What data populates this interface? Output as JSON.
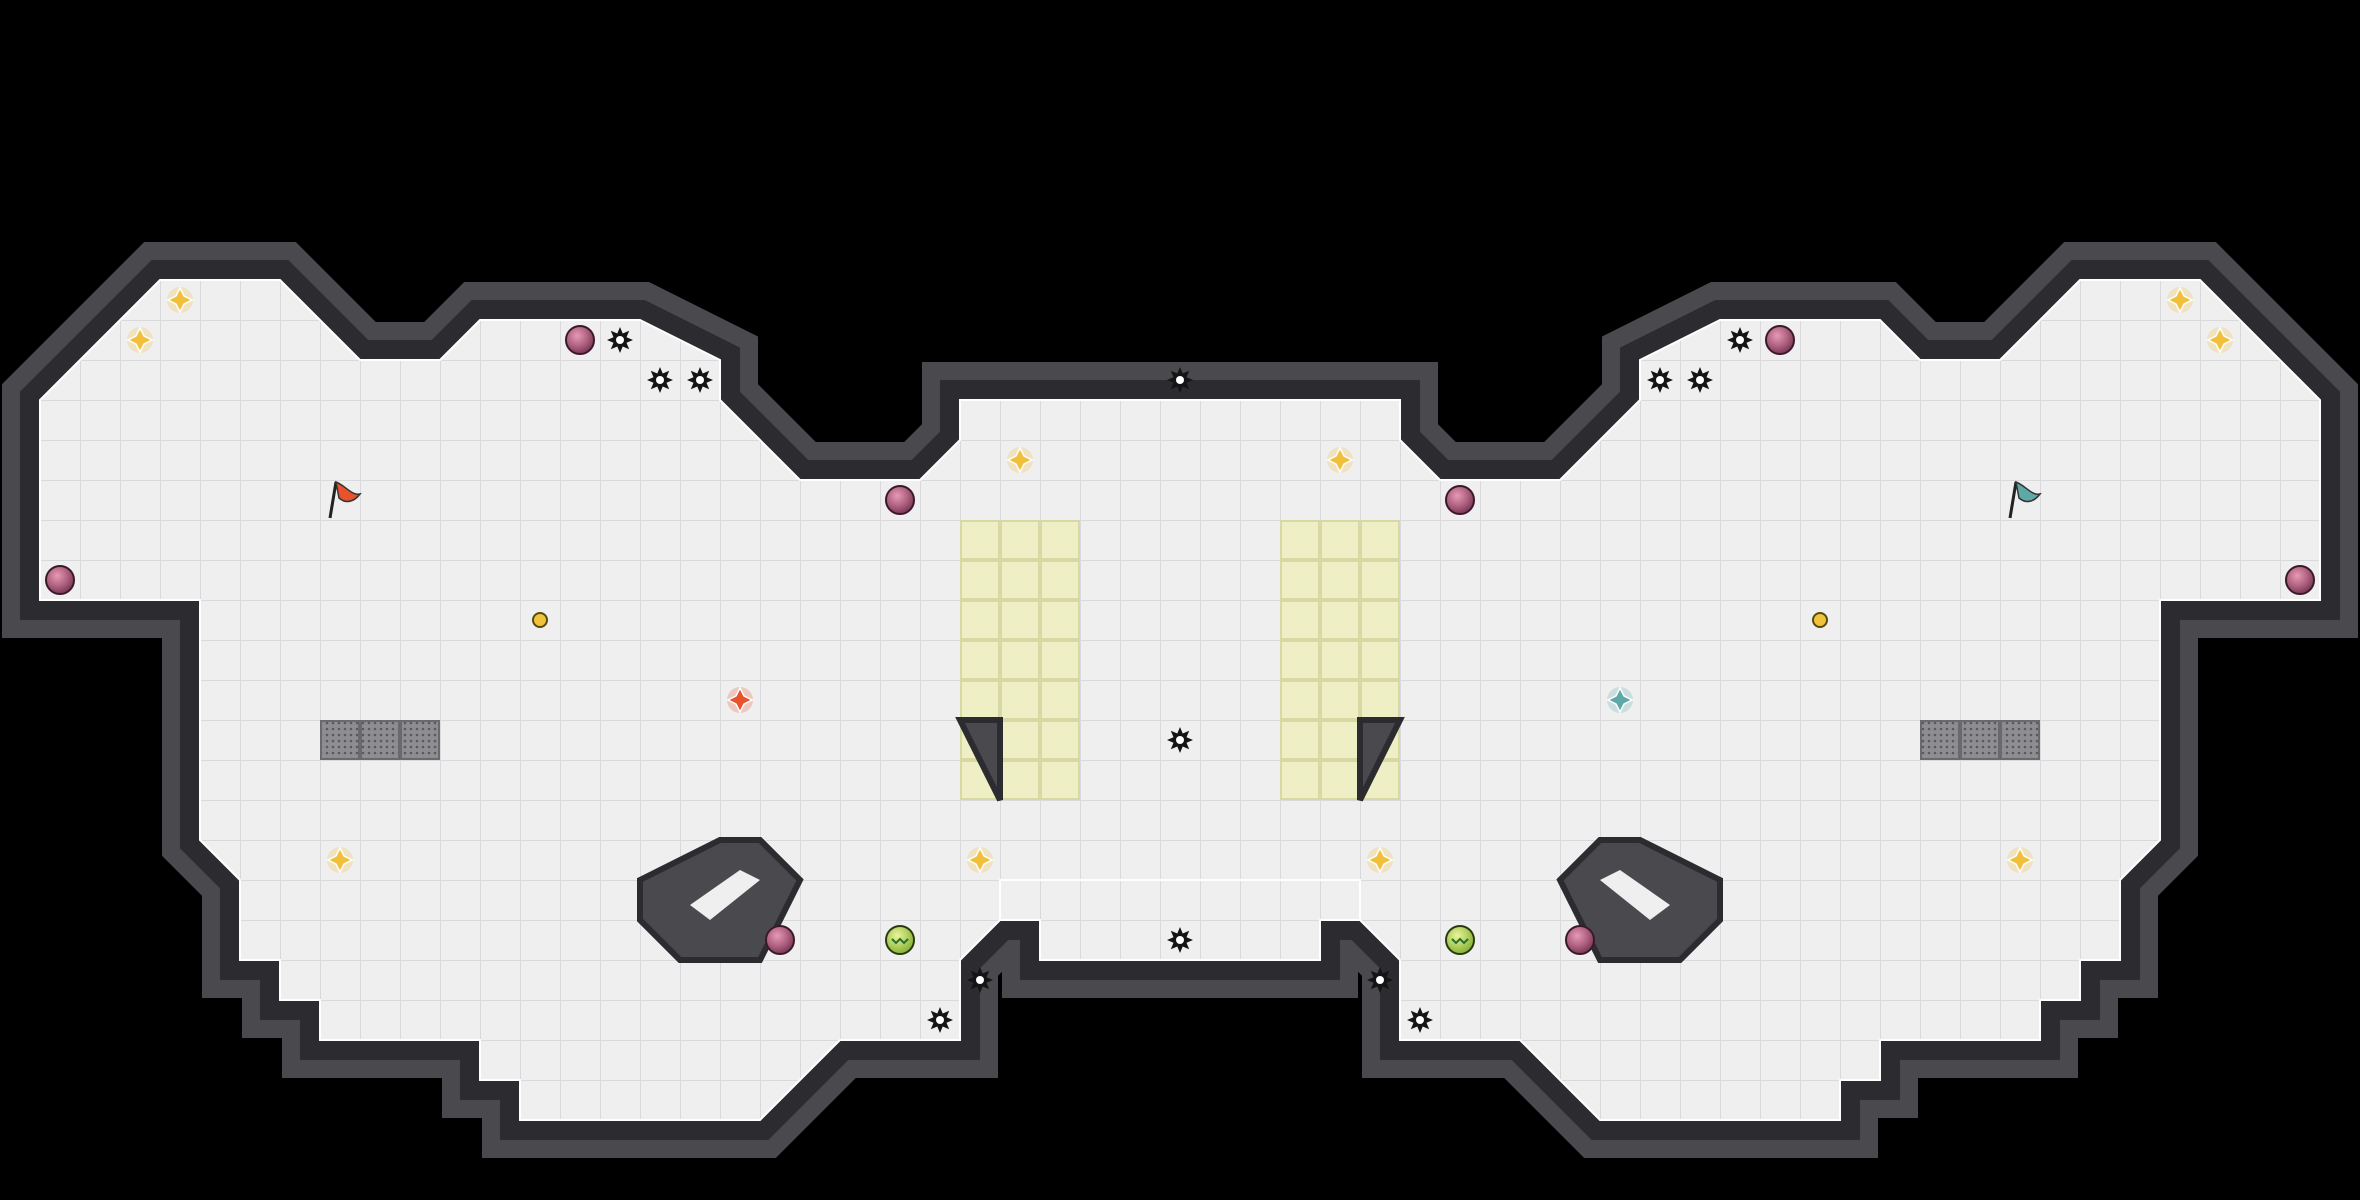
{
  "palette": {
    "background": "#000000",
    "floor": "#efefef",
    "grid_line": "#d9d9db",
    "wall": "#4a4a4e",
    "wall_edge": "#2c2c30",
    "wall_bevel": "#ffffff",
    "team_red": "#e8522c",
    "team_blue": "#5fa8a8",
    "boost": "#f3bf3a",
    "gate": "#efefc6",
    "gate_edge": "#d8d8a4",
    "spike": "#141416",
    "bomb": "#a85a7a",
    "powerup": "#b8d24a",
    "portal": "#f0c43a",
    "grate": "#9a9a9e"
  },
  "map": {
    "tile_unit": "40px tiles",
    "red_flag_icon": "red-flag-icon",
    "blue_flag_icon": "blue-flag-icon",
    "red_boost_icon": "red-team-boost-icon",
    "blue_boost_icon": "blue-team-boost-icon",
    "neutral_boost_icon": "yellow-boost-icon",
    "spike_icon": "spike-icon",
    "bomb_icon": "bomb-icon",
    "powerup_icon": "powerup-icon",
    "portal_icon": "portal-icon",
    "gate_icon": "yellow-gate-tile",
    "grate_icon": "grate-tile"
  }
}
